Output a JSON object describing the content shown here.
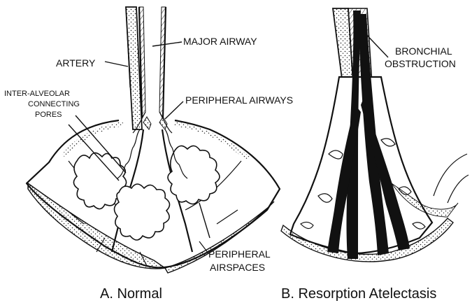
{
  "panels": [
    {
      "caption": "A.  Normal",
      "labels": {
        "major_airway": "MAJOR AIRWAY",
        "artery": "ARTERY",
        "pores": [
          "INTER-ALVEOLAR",
          "CONNECTING",
          "PORES"
        ],
        "peripheral_airways": "PERIPHERAL AIRWAYS",
        "peripheral_airspaces": [
          "PERIPHERAL",
          "AIRSPACES"
        ]
      }
    },
    {
      "caption": "B.  Resorption Atelectasis",
      "labels": {
        "obstruction": [
          "BRONCHIAL",
          "OBSTRUCTION"
        ]
      }
    }
  ]
}
